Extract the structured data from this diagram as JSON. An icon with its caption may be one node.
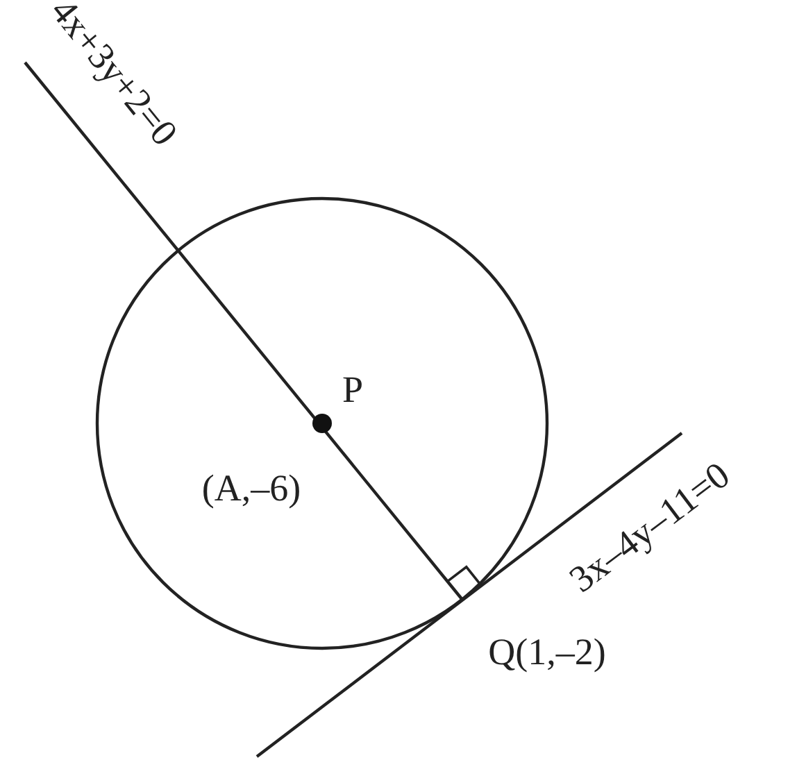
{
  "diagram": {
    "labels": [
      "4x+3y+2=0",
      "P",
      "(A,–6)",
      "3x–4y–11=0",
      "Q(1,–2)"
    ]
  }
}
